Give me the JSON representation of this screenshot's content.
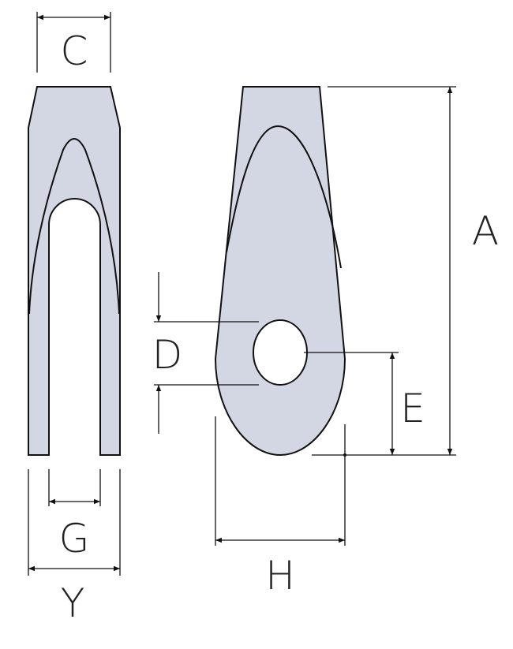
{
  "labels": {
    "A": "A",
    "C": "C",
    "D": "D",
    "E": "E",
    "G": "G",
    "H": "H",
    "Y": "Y"
  },
  "colors": {
    "part_fill": "#d3d6e3",
    "line": "#111111"
  }
}
